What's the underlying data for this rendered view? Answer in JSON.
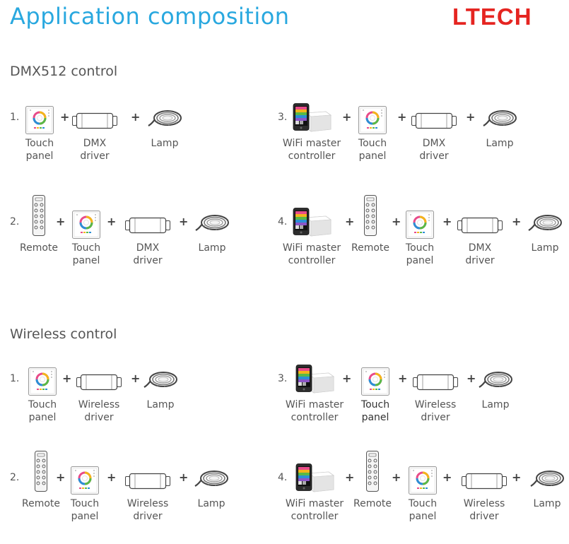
{
  "header": {
    "title": "Application composition",
    "logo": "LTECH"
  },
  "sections": [
    {
      "heading": "DMX512 control",
      "combos": [
        {
          "number": "1.",
          "items": [
            {
              "type": "touch-panel",
              "label": "Touch\npanel"
            },
            {
              "type": "driver",
              "label": "DMX\ndriver"
            },
            {
              "type": "lamp",
              "label": "Lamp"
            }
          ]
        },
        {
          "number": "3.",
          "items": [
            {
              "type": "wifi-controller",
              "label": "WiFi master\ncontroller"
            },
            {
              "type": "touch-panel",
              "label": "Touch\npanel"
            },
            {
              "type": "driver",
              "label": "DMX\ndriver"
            },
            {
              "type": "lamp",
              "label": "Lamp"
            }
          ]
        },
        {
          "number": "2.",
          "items": [
            {
              "type": "remote",
              "label": "Remote"
            },
            {
              "type": "touch-panel",
              "label": "Touch\npanel"
            },
            {
              "type": "driver",
              "label": "DMX\ndriver"
            },
            {
              "type": "lamp",
              "label": "Lamp"
            }
          ]
        },
        {
          "number": "4.",
          "items": [
            {
              "type": "wifi-controller",
              "label": "WiFi master\ncontroller"
            },
            {
              "type": "remote",
              "label": "Remote"
            },
            {
              "type": "touch-panel",
              "label": "Touch\npanel"
            },
            {
              "type": "driver",
              "label": "DMX\ndriver"
            },
            {
              "type": "lamp",
              "label": "Lamp"
            }
          ]
        }
      ]
    },
    {
      "heading": "Wireless control",
      "combos": [
        {
          "number": "1.",
          "items": [
            {
              "type": "touch-panel",
              "label": "Touch\npanel"
            },
            {
              "type": "driver",
              "label": "Wireless\ndriver"
            },
            {
              "type": "lamp",
              "label": "Lamp"
            }
          ]
        },
        {
          "number": "3.",
          "items": [
            {
              "type": "wifi-controller",
              "label": "WiFi master\ncontroller"
            },
            {
              "type": "touch-panel",
              "label": "Touch\npanel",
              "emphasis": true
            },
            {
              "type": "driver",
              "label": "Wireless\ndriver"
            },
            {
              "type": "lamp",
              "label": "Lamp"
            }
          ]
        },
        {
          "number": "2.",
          "items": [
            {
              "type": "remote",
              "label": "Remote"
            },
            {
              "type": "touch-panel",
              "label": "Touch\npanel"
            },
            {
              "type": "driver",
              "label": "Wireless\ndriver"
            },
            {
              "type": "lamp",
              "label": "Lamp"
            }
          ]
        },
        {
          "number": "4.",
          "items": [
            {
              "type": "wifi-controller",
              "label": "WiFi master\ncontroller"
            },
            {
              "type": "remote",
              "label": "Remote"
            },
            {
              "type": "touch-panel",
              "label": "Touch\npanel"
            },
            {
              "type": "driver",
              "label": "Wireless\ndriver"
            },
            {
              "type": "lamp",
              "label": "Lamp"
            }
          ]
        }
      ]
    }
  ],
  "plus_symbol": "+",
  "colors": {
    "title": "#29a8df",
    "logo": "#e52521",
    "text": "#555555"
  }
}
